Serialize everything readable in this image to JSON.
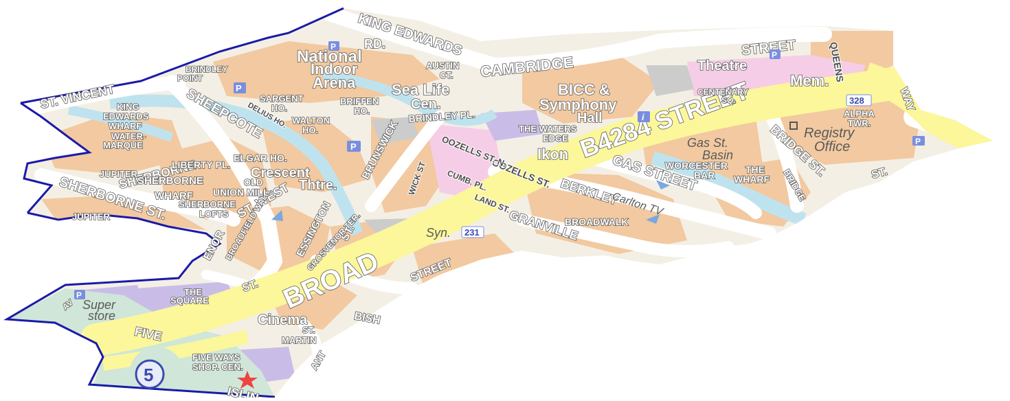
{
  "map": {
    "colors": {
      "land": "#f4efe4",
      "building": "#f2c9a0",
      "pink_zone": "#f6cde6",
      "purple": "#c9bde8",
      "water": "#bfe3ee",
      "main_road": "#fbf79a",
      "green_area": "#cfe6d8",
      "gray_block": "#cccccc",
      "boundary": "#1a1aa8",
      "route_label": "#f07a6a",
      "parking": "#7a8ee0"
    },
    "roads": {
      "broad_street": "B4284 STREET",
      "broad": "BROAD",
      "cambridge": "CAMBRIDGE",
      "king_edwards_rd": "KING EDWARDS",
      "rd": "RD.",
      "street_top": "STREET",
      "queens": "QUEENS",
      "way": "WAY",
      "st_vincent": "ST. VINCENT",
      "sheepcote": "SHEEPCOTE",
      "sherborne_st": "SHERBORNE ST.",
      "sherborne": "SHERBORNE",
      "brunswick": "BRUNSWICK",
      "gas_street": "GAS STREET",
      "berkley": "BERKLEY",
      "granville": "GRANVILLE",
      "street_low": "STREET",
      "bridge_st": "BRIDGE ST.",
      "bridge": "BRIDGE",
      "st_west": "ST. WEST",
      "essington": "ESSINGTON",
      "st_ess": "ST.",
      "grosvenor": "GROSVENOR TER.",
      "broadfield": "BROADFIELD WALK",
      "bishop": "BISH",
      "five": "FIVE",
      "islin": "ISLIN",
      "st_right": "ST.",
      "st_low": "ST.",
      "ant": "ANT",
      "eanor": "ENOR",
      "a_v": "AV",
      "delius": "DELIUS HO.",
      "wick_st": "WICK ST",
      "ozells_st": "OOZELLS ST.",
      "ozells_n": "OOZELLS ST. N.",
      "cumberland": "CUMB. PL.",
      "land_st": "LAND ST.",
      "brindley_pl": "BRINDLEY PL.",
      "eg_ho": "ELGAR HO."
    },
    "places": {
      "nia1": "National",
      "nia2": "Indoor",
      "nia3": "Arena",
      "sealife1": "Sea Life",
      "sealife2": "Cen.",
      "bicc1": "BICC &",
      "bicc2": "Symphony",
      "bicc3": "Hall",
      "theatre": "Theatre",
      "mem": "Mem.",
      "centenary1": "CENTENARY",
      "centenary2": "SQ.",
      "alpha1": "ALPHA",
      "alpha2": "TWR.",
      "registry1": "Registry",
      "registry2": "Office",
      "ikon": "Ikon",
      "waters1": "THE WATERS",
      "waters2": "EDGE",
      "gas_basin1": "Gas St.",
      "gas_basin2": "Basin",
      "worcester1": "WORCESTER",
      "worcester2": "BAR",
      "the_wharf1": "THE",
      "the_wharf2": "WHARF",
      "carlton": "Carlton TV",
      "broadwalk": "BROADWALK",
      "syn": "Syn.",
      "crescent1": "Crescent",
      "crescent2": "Thtre.",
      "cinema": "Cinema",
      "super1": "Super",
      "super2": "store",
      "square1": "THE",
      "square2": "SQUARE",
      "fiveways1": "FIVE WAYS",
      "fiveways2": "SHOP. CEN.",
      "st_martin1": "ST.",
      "st_martin2": "MARTIN",
      "austin1": "AUSTIN",
      "austin2": "CT.",
      "sargent1": "SARGENT",
      "sargent2": "HO.",
      "briffen1": "BRIFFEN",
      "briffen2": "HO.",
      "walton1": "WALTON",
      "walton2": "HO.",
      "brindley1": "BRINDLEY",
      "brindley2": "POINT",
      "king_edw1": "KING",
      "king_edw2": "EDWARDS",
      "king_edw3": "WHARF",
      "watermarque1": "WATER-",
      "watermarque2": "MARQUE",
      "jupiter1": "JUPITER",
      "jupiter2": "JUPITER",
      "liberty": "LIBERTY PL.",
      "sherborne_wharf1": "SHERBORNE",
      "sherborne_wharf2": "WHARF",
      "old": "OLD",
      "union_mill": "UNION MILL",
      "sherborne_lofts1": "SHERBORNE",
      "sherborne_lofts2": "LOFTS"
    },
    "markers": {
      "parking": "P",
      "info": "i",
      "route_number_a": "328",
      "route_number_b": "231",
      "roundabout": "5"
    }
  }
}
